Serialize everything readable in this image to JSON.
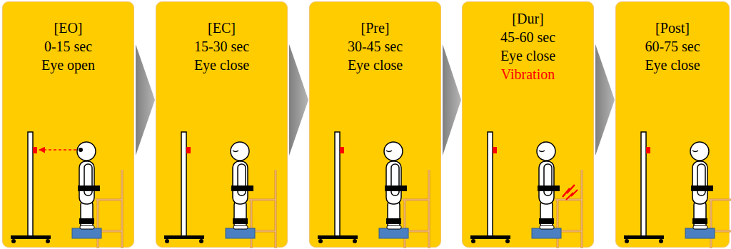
{
  "diagram": {
    "nodes": [
      {
        "text": [
          "[EO]",
          "0-15 sec",
          "Eye open"
        ]
      },
      {
        "text": [
          "[EC]",
          "15-30 sec",
          "Eye close"
        ]
      },
      {
        "text": [
          "[Pre]",
          "30-45 sec",
          "Eye close"
        ]
      },
      {
        "text": [
          "[Dur]",
          "45-60 sec",
          "Eye close",
          "Vibration"
        ]
      },
      {
        "text": [
          "[Post]",
          "60-75 sec",
          "Eye close"
        ]
      }
    ],
    "edges": [
      {
        "from": 0,
        "to": 1,
        "arrow": "to"
      },
      {
        "from": 1,
        "to": 2,
        "arrow": "to"
      },
      {
        "from": 2,
        "to": 3,
        "arrow": "to"
      },
      {
        "from": 3,
        "to": 4,
        "arrow": "to"
      }
    ]
  }
}
